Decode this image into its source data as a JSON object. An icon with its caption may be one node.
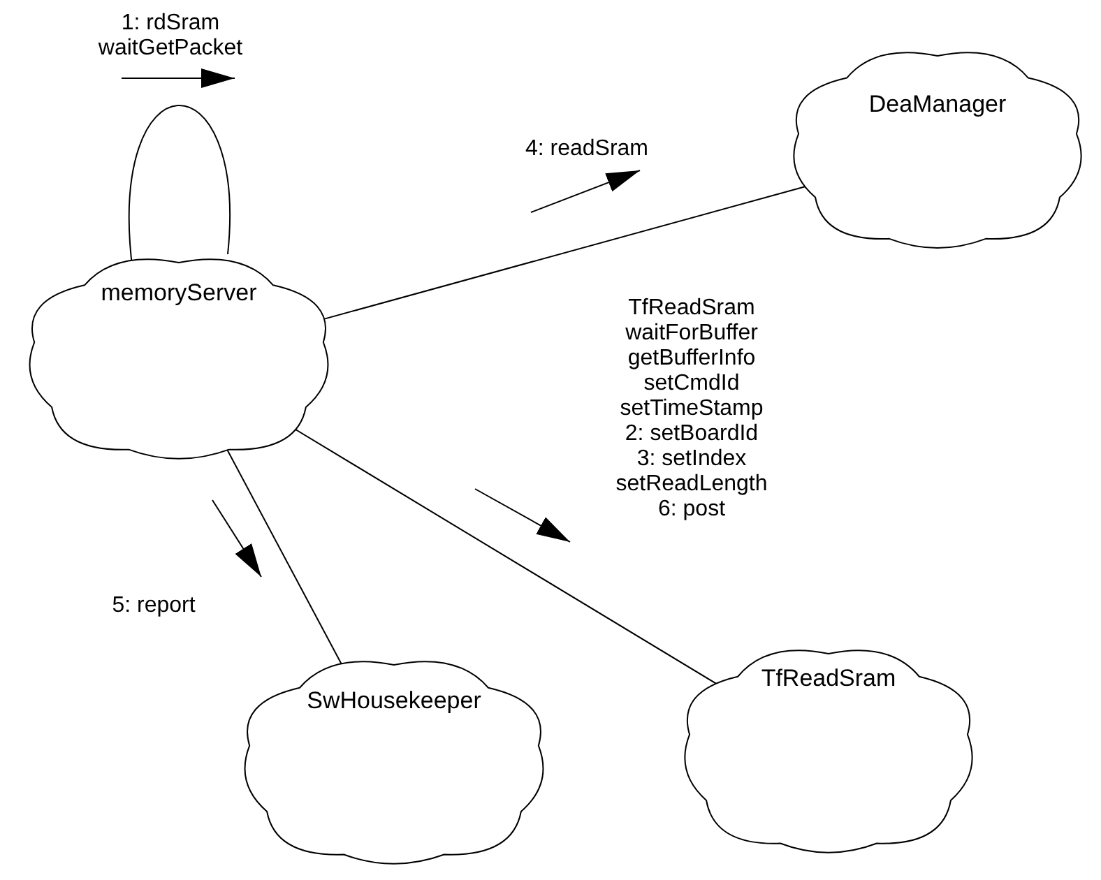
{
  "diagram": {
    "nodes": [
      {
        "text": [
          "memoryServer"
        ]
      },
      {
        "text": [
          "DeaManager"
        ]
      },
      {
        "text": [
          "SwHousekeeper"
        ]
      },
      {
        "text": [
          "TfReadSram"
        ]
      }
    ],
    "edges": [
      {
        "from": 0,
        "to": 0,
        "arrow": "none",
        "label": "1: rdSram waitGetPacket"
      },
      {
        "from": 0,
        "to": 1,
        "arrow": "none",
        "label": "4: readSram"
      },
      {
        "from": 0,
        "to": 3,
        "arrow": "none",
        "label": "TfReadSram waitForBuffer getBufferInfo setCmdId setTimeStamp 2: setBoardId 3: setIndex setReadLength 6: post"
      },
      {
        "from": 0,
        "to": 2,
        "arrow": "none",
        "label": "5: report"
      }
    ]
  }
}
